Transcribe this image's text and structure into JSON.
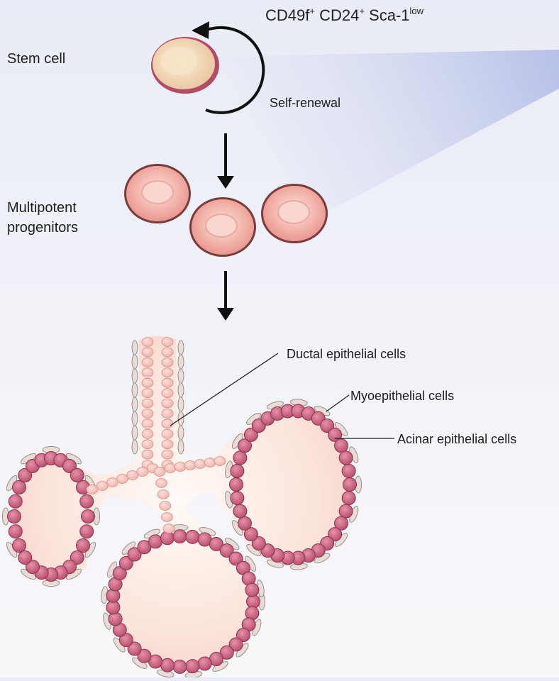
{
  "labels": {
    "stem_cell": "Stem cell",
    "self_renewal": "Self-renewal",
    "multipotent_line1": "Multipotent",
    "multipotent_line2": "progenitors",
    "ductal": "Ductal epithelial cells",
    "myoepithelial": "Myoepithelial cells",
    "acinar": "Acinar epithelial cells"
  },
  "markers": [
    {
      "name": "CD49f",
      "sup": "+"
    },
    {
      "name": "CD24",
      "sup": "+"
    },
    {
      "name": "Sca-1",
      "sup": "low"
    }
  ],
  "colors": {
    "stem_outer": "#b14a66",
    "stem_fill": "#f2dcc0",
    "progenitor_fill": "#f1b1ab",
    "progenitor_edge": "#7a3b3b",
    "acinar_cell": "#c35a78",
    "ductal_cell": "#f3c2bb",
    "myoepithelial_cell": "#e6dcd6",
    "lumen": "#fbe6dd",
    "arrow": "#111111",
    "glow": "#aab6e4"
  }
}
